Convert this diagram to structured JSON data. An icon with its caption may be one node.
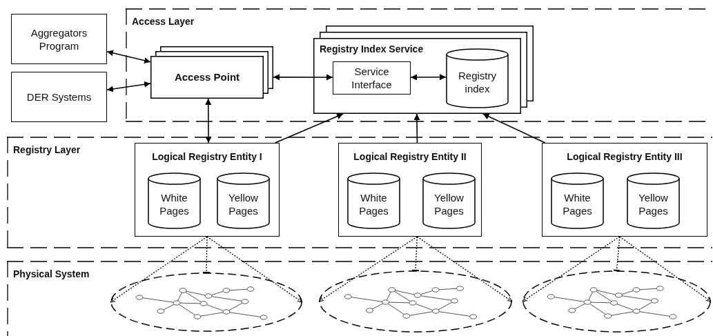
{
  "diagram": {
    "nodes": [
      {
        "text": [
          "Aggregators Program"
        ]
      },
      {
        "text": [
          "DER Systems"
        ]
      },
      {
        "text": [
          "Access Layer"
        ]
      },
      {
        "text": [
          "Access Point"
        ],
        "in": 2
      },
      {
        "text": [
          "Registry Index Service"
        ],
        "in": 2
      },
      {
        "text": [
          "Service Interface"
        ],
        "in": 4
      },
      {
        "text": [
          "Registry index"
        ],
        "in": 4
      },
      {
        "text": [
          "Registry Layer"
        ]
      },
      {
        "text": [
          "Logical Registry Entity I"
        ],
        "in": 7
      },
      {
        "text": [
          "White Pages"
        ],
        "in": 8
      },
      {
        "text": [
          "Yellow Pages"
        ],
        "in": 8
      },
      {
        "text": [
          "Logical Registry Entity II"
        ],
        "in": 7
      },
      {
        "text": [
          "White Pages"
        ],
        "in": 11
      },
      {
        "text": [
          "Yellow Pages"
        ],
        "in": 11
      },
      {
        "text": [
          "Logical Registry Entity III"
        ],
        "in": 7
      },
      {
        "text": [
          "White Pages"
        ],
        "in": 14
      },
      {
        "text": [
          "Yellow Pages"
        ],
        "in": 14
      },
      {
        "text": [
          "Physical System"
        ]
      },
      {
        "text": [],
        "shape": "ellipse",
        "in": 17
      },
      {
        "text": [],
        "shape": "ellipse",
        "in": 17
      },
      {
        "text": [],
        "shape": "ellipse",
        "in": 17
      }
    ],
    "edges": [
      {
        "from": 0,
        "to": 3,
        "arrow": "both"
      },
      {
        "from": 1,
        "to": 3,
        "arrow": "both"
      },
      {
        "from": 3,
        "to": 5,
        "arrow": "both"
      },
      {
        "from": 5,
        "to": 6,
        "arrow": "both"
      },
      {
        "from": 3,
        "to": 8,
        "arrow": "both"
      },
      {
        "from": 8,
        "to": 4,
        "arrow": "to"
      },
      {
        "from": 11,
        "to": 4,
        "arrow": "to"
      },
      {
        "from": 14,
        "to": 4,
        "arrow": "to"
      },
      {
        "from": 8,
        "to": 18,
        "arrow": "to",
        "style": "dashed"
      },
      {
        "from": 8,
        "to": 18,
        "arrow": "other",
        "style": "dashed"
      },
      {
        "from": 8,
        "to": 18,
        "arrow": "to",
        "style": "dashed"
      },
      {
        "from": 11,
        "to": 19,
        "arrow": "to",
        "style": "dashed"
      },
      {
        "from": 11,
        "to": 19,
        "arrow": "other",
        "style": "dashed"
      },
      {
        "from": 11,
        "to": 19,
        "arrow": "to",
        "style": "dashed"
      },
      {
        "from": 14,
        "to": 20,
        "arrow": "to",
        "style": "dashed"
      },
      {
        "from": 14,
        "to": 20,
        "arrow": "other",
        "style": "dashed"
      },
      {
        "from": 14,
        "to": 20,
        "arrow": "to",
        "style": "dashed"
      }
    ]
  }
}
